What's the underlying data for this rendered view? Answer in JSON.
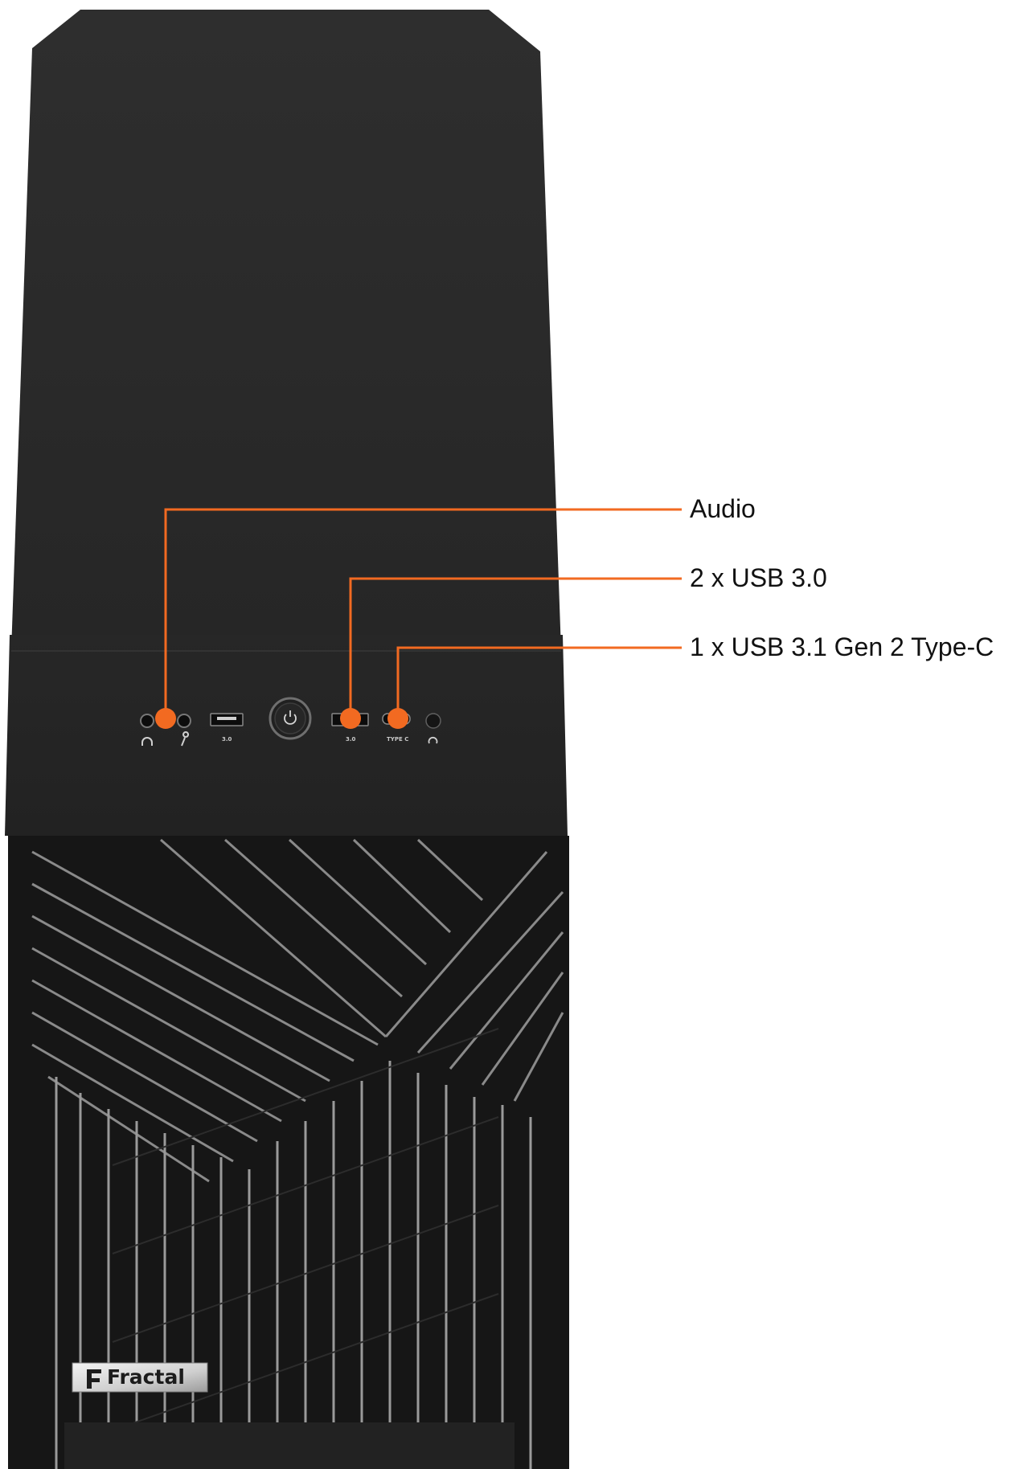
{
  "callouts": {
    "audio": "Audio",
    "usb3": "2 x USB 3.0",
    "typec": "1 x USB 3.1 Gen 2 Type-C"
  },
  "ports": {
    "usb_left_label": "3.0",
    "usb_right_label": "3.0",
    "typec_label": "TYPE C"
  },
  "logo": {
    "brand": "Fractal"
  },
  "icons": {
    "headphone": "headphone-icon",
    "microphone": "microphone-icon",
    "power": "power-icon",
    "reset": "reset-icon"
  },
  "colors": {
    "accent": "#f26a21",
    "case_top": "#2b2b2b",
    "case_front": "#1c1c1c",
    "fin": "#8d8d8d"
  }
}
